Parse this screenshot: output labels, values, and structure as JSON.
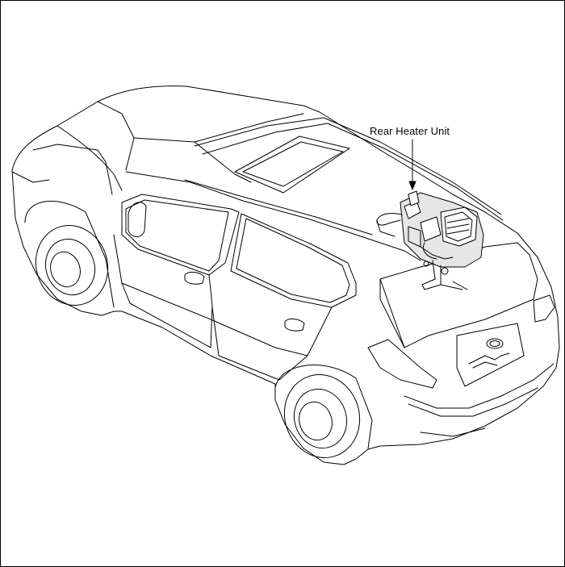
{
  "diagram": {
    "callout": {
      "label": "Rear Heater Unit"
    },
    "illustration": {
      "subject": "suv-outline",
      "component": "rear-heater-unit"
    },
    "colors": {
      "line": "#000000",
      "background": "#ffffff",
      "component_fill": "#e6e6e6"
    }
  }
}
